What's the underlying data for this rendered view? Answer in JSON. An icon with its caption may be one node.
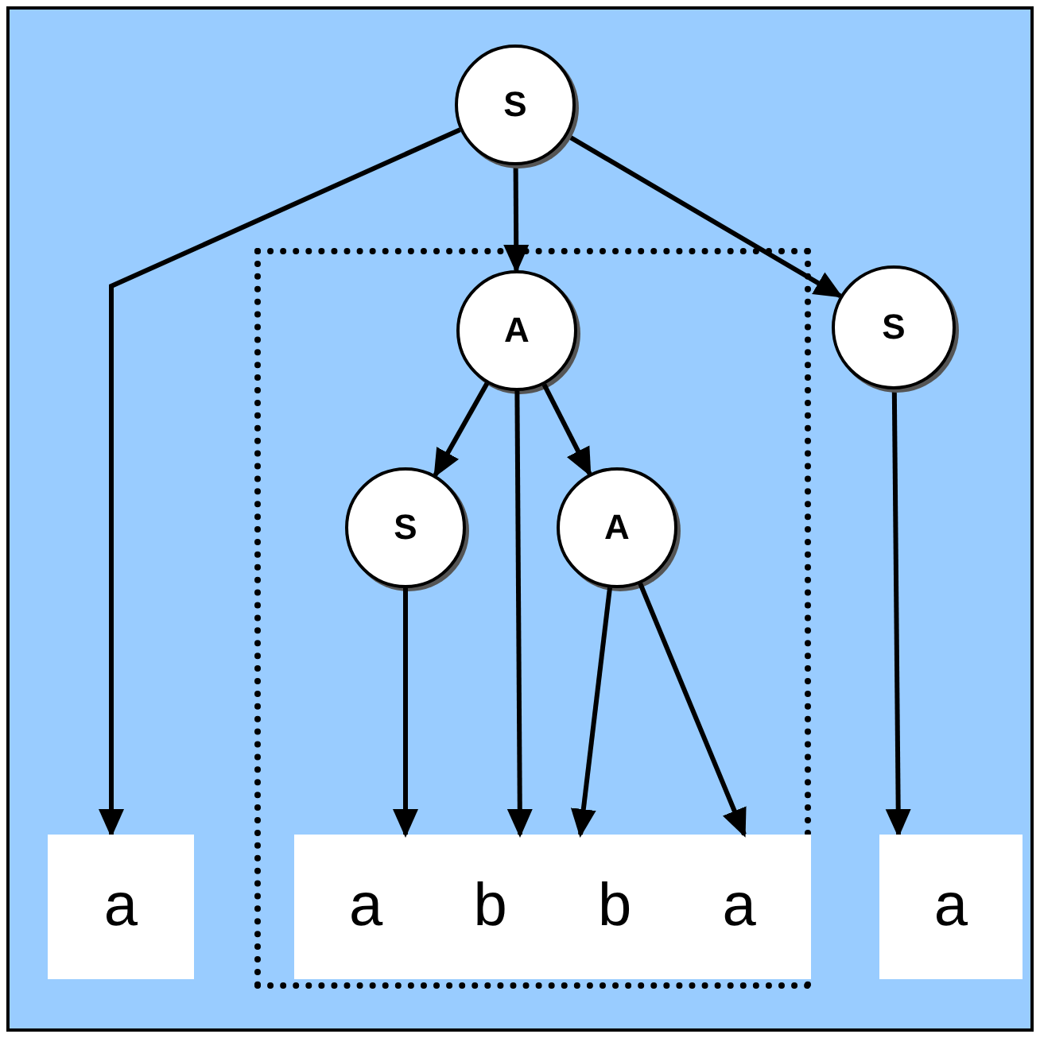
{
  "diagram": {
    "nodes": [
      {
        "text": [
          "S"
        ]
      },
      {
        "text": [],
        "shape": "box"
      },
      {
        "text": [
          "A"
        ],
        "in": 1
      },
      {
        "text": [
          "S"
        ]
      },
      {
        "text": [
          "S"
        ],
        "in": 1
      },
      {
        "text": [
          "A"
        ],
        "in": 1
      },
      {
        "text": [
          "a"
        ]
      },
      {
        "text": [
          "a",
          "b",
          "b",
          "a"
        ],
        "in": 1
      },
      {
        "text": [
          "a"
        ]
      }
    ],
    "edges": [
      {
        "from": 0,
        "to": 6,
        "arrow": "to"
      },
      {
        "from": 0,
        "to": 2,
        "arrow": "to"
      },
      {
        "from": 0,
        "to": 3,
        "arrow": "to"
      },
      {
        "from": 2,
        "to": 4,
        "arrow": "to"
      },
      {
        "from": 2,
        "to": 7,
        "arrow": "to"
      },
      {
        "from": 2,
        "to": 5,
        "arrow": "to"
      },
      {
        "from": 4,
        "to": 7,
        "arrow": "to"
      },
      {
        "from": 5,
        "to": 7,
        "arrow": "to"
      },
      {
        "from": 5,
        "to": 7,
        "arrow": "to"
      },
      {
        "from": 3,
        "to": 8,
        "arrow": "to"
      }
    ]
  }
}
